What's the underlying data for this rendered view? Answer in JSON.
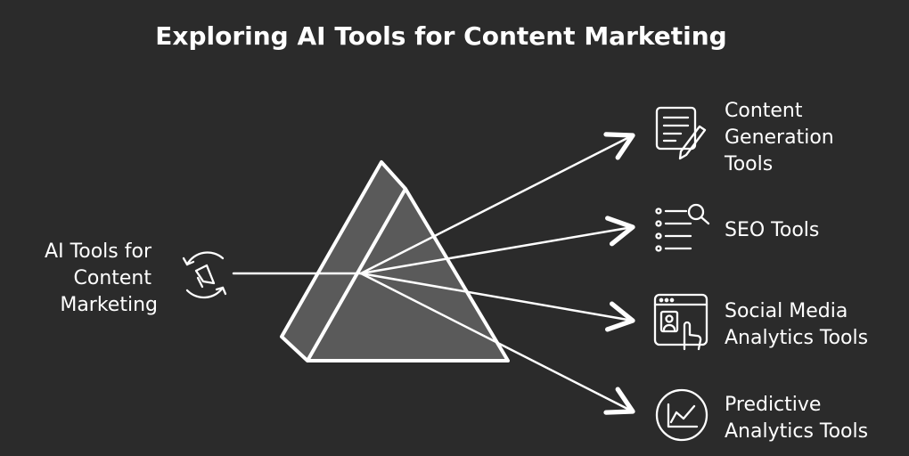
{
  "title": "Exploring AI Tools for Content Marketing",
  "source": {
    "lines": [
      "AI Tools for",
      "Content",
      "Marketing"
    ],
    "icon": "megaphone-cycle-icon"
  },
  "outputs": [
    {
      "lines": [
        "Content",
        "Generation",
        "Tools"
      ],
      "icon": "document-pen-icon"
    },
    {
      "lines": [
        "SEO Tools"
      ],
      "icon": "list-search-icon"
    },
    {
      "lines": [
        "Social Media",
        "Analytics Tools"
      ],
      "icon": "browser-profile-click-icon"
    },
    {
      "lines": [
        "Predictive",
        "Analytics Tools"
      ],
      "icon": "trend-chart-circle-icon"
    }
  ],
  "colors": {
    "background": "#2b2b2b",
    "stroke": "#ffffff",
    "prism_fill": "#5a5a5a"
  }
}
